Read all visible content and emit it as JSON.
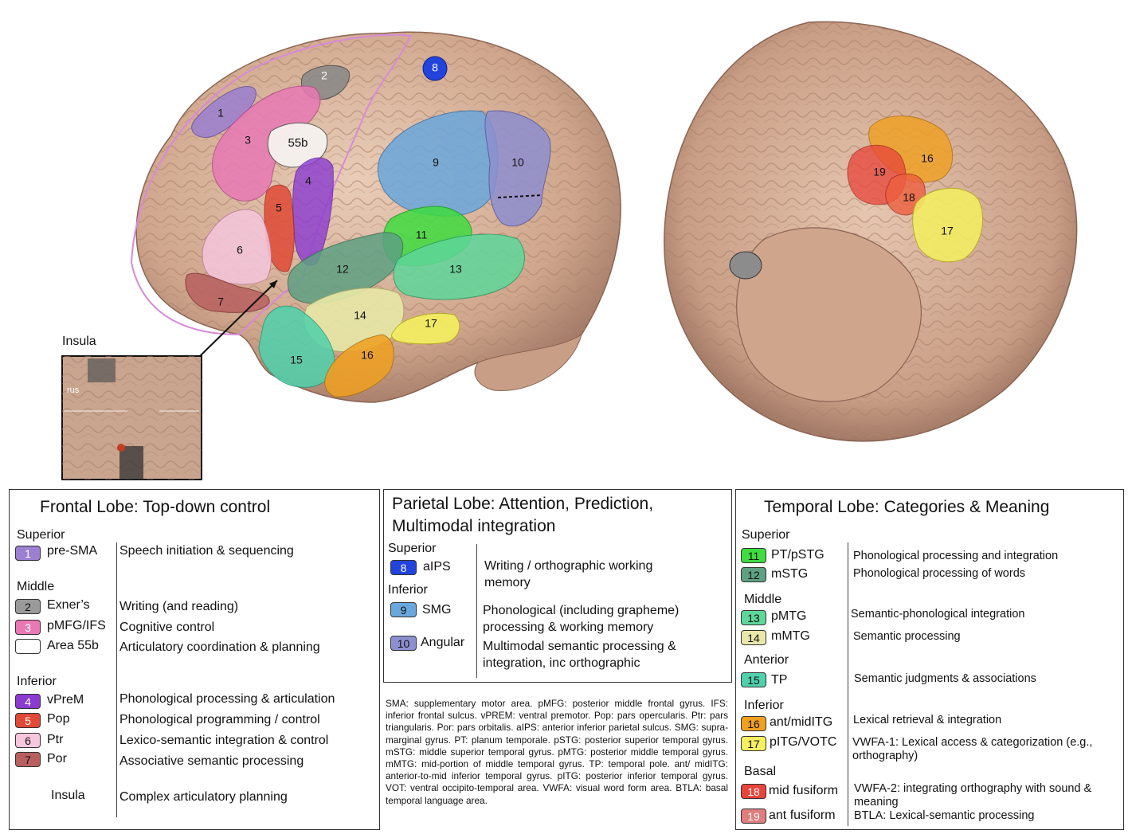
{
  "insula_label": "Insula",
  "inset_text": "rus",
  "regions": {
    "r1": "1",
    "r2": "2",
    "r3": "3",
    "r55b": "55b",
    "r4": "4",
    "r5": "5",
    "r6": "6",
    "r7": "7",
    "r8": "8",
    "r9": "9",
    "r10": "10",
    "r11": "11",
    "r12": "12",
    "r13": "13",
    "r14": "14",
    "r15": "15",
    "r16": "16",
    "r17": "17",
    "rv16": "16",
    "rv17": "17",
    "rv18": "18",
    "rv19": "19"
  },
  "colors": {
    "pre_sma": "#9b7fd0",
    "exner": "#9a9a9a",
    "pmfg": "#e879b4",
    "area55b": "#ffffff",
    "vprem": "#8a3bd0",
    "pop": "#e04a36",
    "ptr": "#f5c6dc",
    "por": "#b86060",
    "aips": "#2244dd",
    "smg": "#6aa7dc",
    "angular": "#8e8fd0",
    "pt": "#3fdc3f",
    "mstg": "#5fa083",
    "pmtg": "#5ed79a",
    "mmtg": "#e8e8a8",
    "tp": "#4fd1ac",
    "ant_itg": "#f0a020",
    "pitg": "#f5f060",
    "mid_fusiform": "#e8443a",
    "ant_fusiform": "#e07d7d"
  },
  "frontal": {
    "title": "Frontal Lobe: Top-down control",
    "superior": "Superior",
    "middle": "Middle",
    "inferior": "Inferior",
    "rows": [
      {
        "num": "1",
        "abbr": "pre-SMA",
        "desc": "Speech initiation & sequencing"
      },
      {
        "num": "2",
        "abbr": "Exner’s",
        "desc": "Writing (and reading)"
      },
      {
        "num": "3",
        "abbr": "pMFG/IFS",
        "desc": "Cognitive control"
      },
      {
        "num": "",
        "abbr": "Area 55b",
        "desc": "Articulatory coordination & planning"
      },
      {
        "num": "4",
        "abbr": "vPreM",
        "desc": "Phonological processing & articulation"
      },
      {
        "num": "5",
        "abbr": "Pop",
        "desc": "Phonological programming / control"
      },
      {
        "num": "6",
        "abbr": "Ptr",
        "desc": "Lexico-semantic integration & control"
      },
      {
        "num": "7",
        "abbr": "Por",
        "desc": "Associative semantic processing"
      }
    ],
    "insula_abbr": "Insula",
    "insula_desc": "Complex articulatory planning"
  },
  "parietal": {
    "title_line1": "Parietal Lobe: Attention, Prediction,",
    "title_line2": "Multimodal integration",
    "superior": "Superior",
    "inferior": "Inferior",
    "rows": [
      {
        "num": "8",
        "abbr": "aIPS",
        "desc1": "Writing / orthographic working",
        "desc2": "memory"
      },
      {
        "num": "9",
        "abbr": "SMG",
        "desc1": "Phonological (including grapheme)",
        "desc2": "processing & working memory"
      },
      {
        "num": "10",
        "abbr": "Angular",
        "desc1": "Multimodal semantic processing &",
        "desc2": "integration, inc orthographic"
      }
    ]
  },
  "glossary": "SMA: supplementary motor area. pMFG: posterior middle frontal gyrus. IFS: inferior frontal sulcus. vPREM: ventral premotor. Pop: pars opercularis. Ptr: pars triangularis. Por: pars  orbitalis. aIPS: anterior inferior parietal sulcus. SMG: supra- marginal gyrus. PT: planum temporale. pSTG: posterior superior temporal gyrus. mSTG: middle superior temporal gyrus. pMTG: posterior middle temporal gyrus. mMTG: mid-portion of middle temporal gyrus. TP: temporal pole. ant/ midITG: anterior-to-mid inferior temporal gyrus. pITG: posterior inferior temporal gyrus. VOT: ventral occipito-temporal area. VWFA: visual word form area. BTLA: basal temporal language area.",
  "temporal": {
    "title": "Temporal Lobe:  Categories & Meaning",
    "superior": "Superior",
    "middle": "Middle",
    "anterior": "Anterior",
    "inferior": "Inferior",
    "basal": "Basal",
    "rows": [
      {
        "num": "11",
        "abbr": "PT/pSTG",
        "desc1": "Phonological processing and integration",
        "desc2": ""
      },
      {
        "num": "12",
        "abbr": "mSTG",
        "desc1": "Phonological processing of words",
        "desc2": ""
      },
      {
        "num": "13",
        "abbr": "pMTG",
        "desc1": "Semantic-phonological integration",
        "desc2": ""
      },
      {
        "num": "14",
        "abbr": "mMTG",
        "desc1": "Semantic processing",
        "desc2": ""
      },
      {
        "num": "15",
        "abbr": "TP",
        "desc1": "Semantic judgments & associations",
        "desc2": ""
      },
      {
        "num": "16",
        "abbr": "ant/midITG",
        "desc1": "Lexical retrieval & integration",
        "desc2": ""
      },
      {
        "num": "17",
        "abbr": "pITG/VOTC",
        "desc1": "VWFA-1: Lexical access & categorization (e.g.,",
        "desc2": "orthography)"
      },
      {
        "num": "18",
        "abbr": "mid fusiform",
        "desc1": "VWFA-2: integrating orthography with sound &",
        "desc2": "meaning"
      },
      {
        "num": "19",
        "abbr": "ant fusiform",
        "desc1": "BTLA: Lexical-semantic processing",
        "desc2": ""
      }
    ]
  }
}
